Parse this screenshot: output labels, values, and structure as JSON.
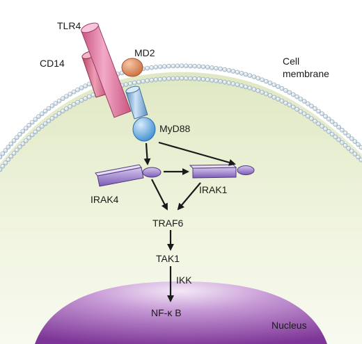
{
  "labels": {
    "tlr4": "TLR4",
    "cd14": "CD14",
    "md2": "MD2",
    "cell_membrane_line1": "Cell",
    "cell_membrane_line2": "membrane",
    "myd88": "MyD88",
    "irak4": "IRAK4",
    "irak1": "IRAK1",
    "traf6": "TRAF6",
    "tak1": "TAK1",
    "ikk": "IKK",
    "nfkb": "NF-κ B",
    "nucleus": "Nucleus"
  },
  "colors": {
    "cytoplasm": "#e9efd3",
    "membrane_head": "#c9d9e6",
    "tlr4": "#e27aa8",
    "cd14": "#d65f86",
    "md2": "#e28d5a",
    "myd88_cylinder": "#8fbce6",
    "myd88_blob": "#6fb0e8",
    "irak": "#a98ad8",
    "nucleus": "#8f4aa8",
    "arrow": "#1a1a1a"
  }
}
